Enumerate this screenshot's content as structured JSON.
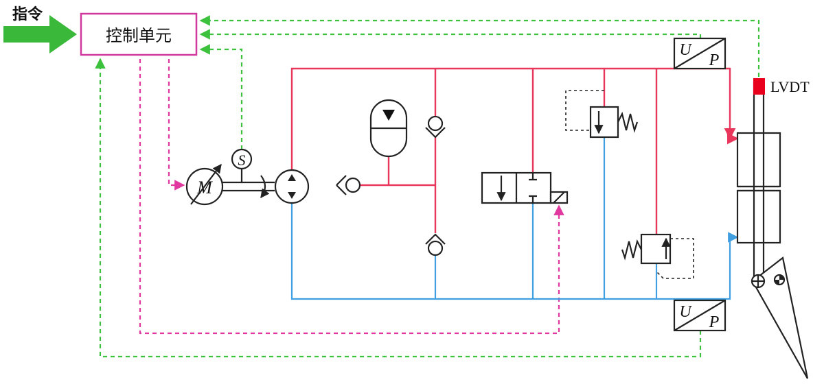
{
  "labels": {
    "command": "指令",
    "control_unit": "控制单元",
    "lvdt": "LVDT",
    "motor_symbol": "M",
    "speed_sensor_symbol": "S",
    "transducer_top_u": "U",
    "transducer_top_p": "P",
    "transducer_bottom_u": "U",
    "transducer_bottom_p": "P"
  },
  "colors": {
    "command_arrow": "#3ab83a",
    "control_box_border": "#d0389e",
    "pressure_line": "#e8375a",
    "return_line": "#3f9fe0",
    "feedback_signal": "#3cc13c",
    "control_signal": "#e0389e",
    "lvdt_marker": "#e8001c"
  }
}
